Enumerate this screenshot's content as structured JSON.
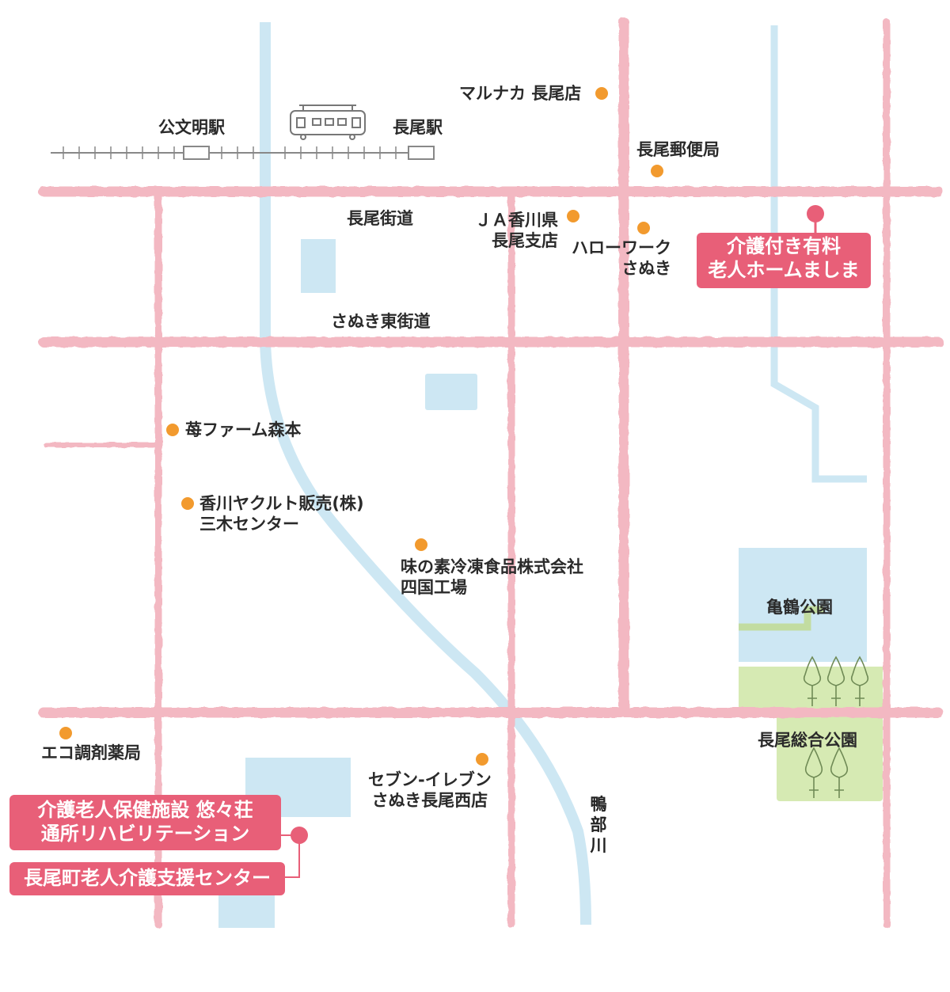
{
  "colors": {
    "road": "#f3b8c2",
    "water": "#cde7f3",
    "river": "#cde7f3",
    "park": "#d6eab3",
    "dot": "#f29a2e",
    "accent": "#e85f78",
    "rail": "#888888"
  },
  "stations": {
    "kumon": "公文明駅",
    "nagao": "長尾駅"
  },
  "roads": {
    "nagao_kaido": "長尾街道",
    "sanuki_higashi": "さぬき東街道"
  },
  "places": {
    "marunaka": "マルナカ 長尾店",
    "post": "長尾郵便局",
    "ja": "ＪＡ香川県\n長尾支店",
    "hellowork": "ハローワーク\nさぬき",
    "ichigo": "苺ファーム森本",
    "yakult": "香川ヤクルト販売(株)\n三木センター",
    "ajinomoto": "味の素冷凍食品株式会社\n四国工場",
    "eco": "エコ調剤薬局",
    "seven": "セブン-イレブン\nさぬき長尾西店",
    "kamezuru": "亀鶴公園",
    "sogo": "長尾総合公園",
    "river": "鴨\n部\n川"
  },
  "callouts": {
    "mashima": "介護付き有料\n老人ホームましま",
    "yuyuso": "介護老人保健施設 悠々荘\n通所リハビリテーション",
    "support": "長尾町老人介護支援センター"
  },
  "icons": {
    "train": "train-icon",
    "trees": "tree-icon"
  }
}
